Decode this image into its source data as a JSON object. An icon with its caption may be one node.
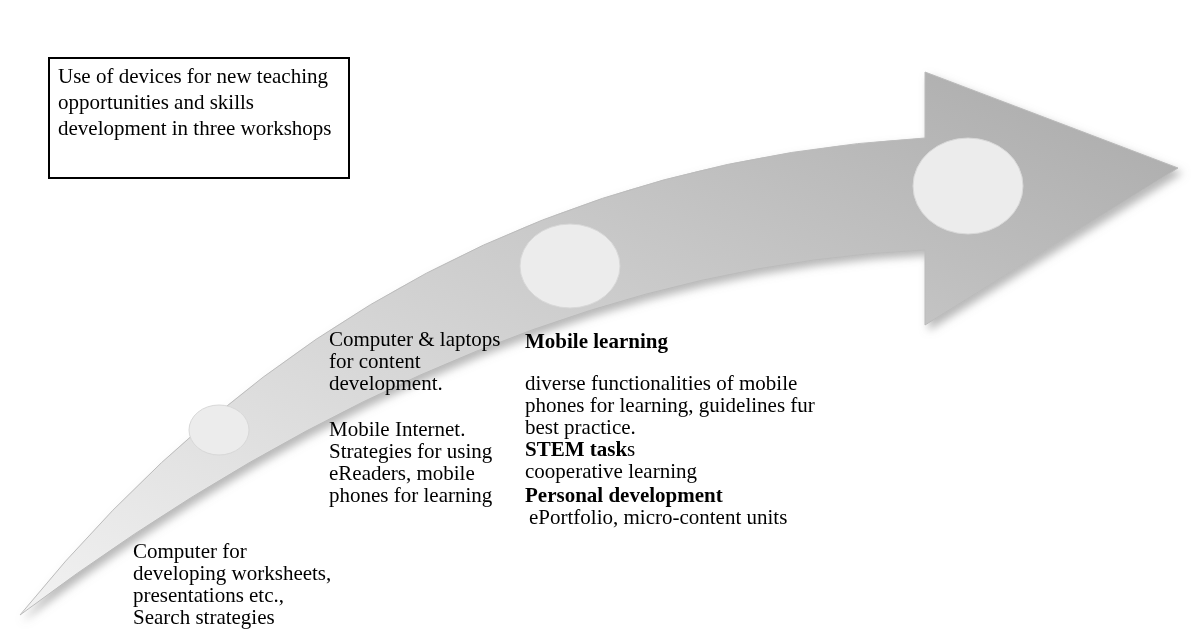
{
  "diagram": {
    "nodes": [
      {
        "text": [
          "Use of devices for new teaching opportunities and skills development in three workshops"
        ]
      },
      {
        "text": [],
        "shape": "arrow"
      },
      {
        "text": [],
        "shape": "circle",
        "in": 1
      },
      {
        "text": [],
        "shape": "circle",
        "in": 1
      },
      {
        "text": [],
        "shape": "circle",
        "in": 1
      }
    ],
    "edges": [],
    "labels": [
      "Computer for developing worksheets, presentations etc., Search strategies",
      "Computer & laptops for content development.",
      "Mobile Internet. Strategies for using eReaders, mobile phones for learning",
      "Mobile learning",
      "diverse functionalities of mobile phones for learning, guidelines fur best practice.",
      "**STEM task**s",
      "cooperative learning",
      "Personal development",
      "ePortfolio, micro-content units"
    ]
  }
}
